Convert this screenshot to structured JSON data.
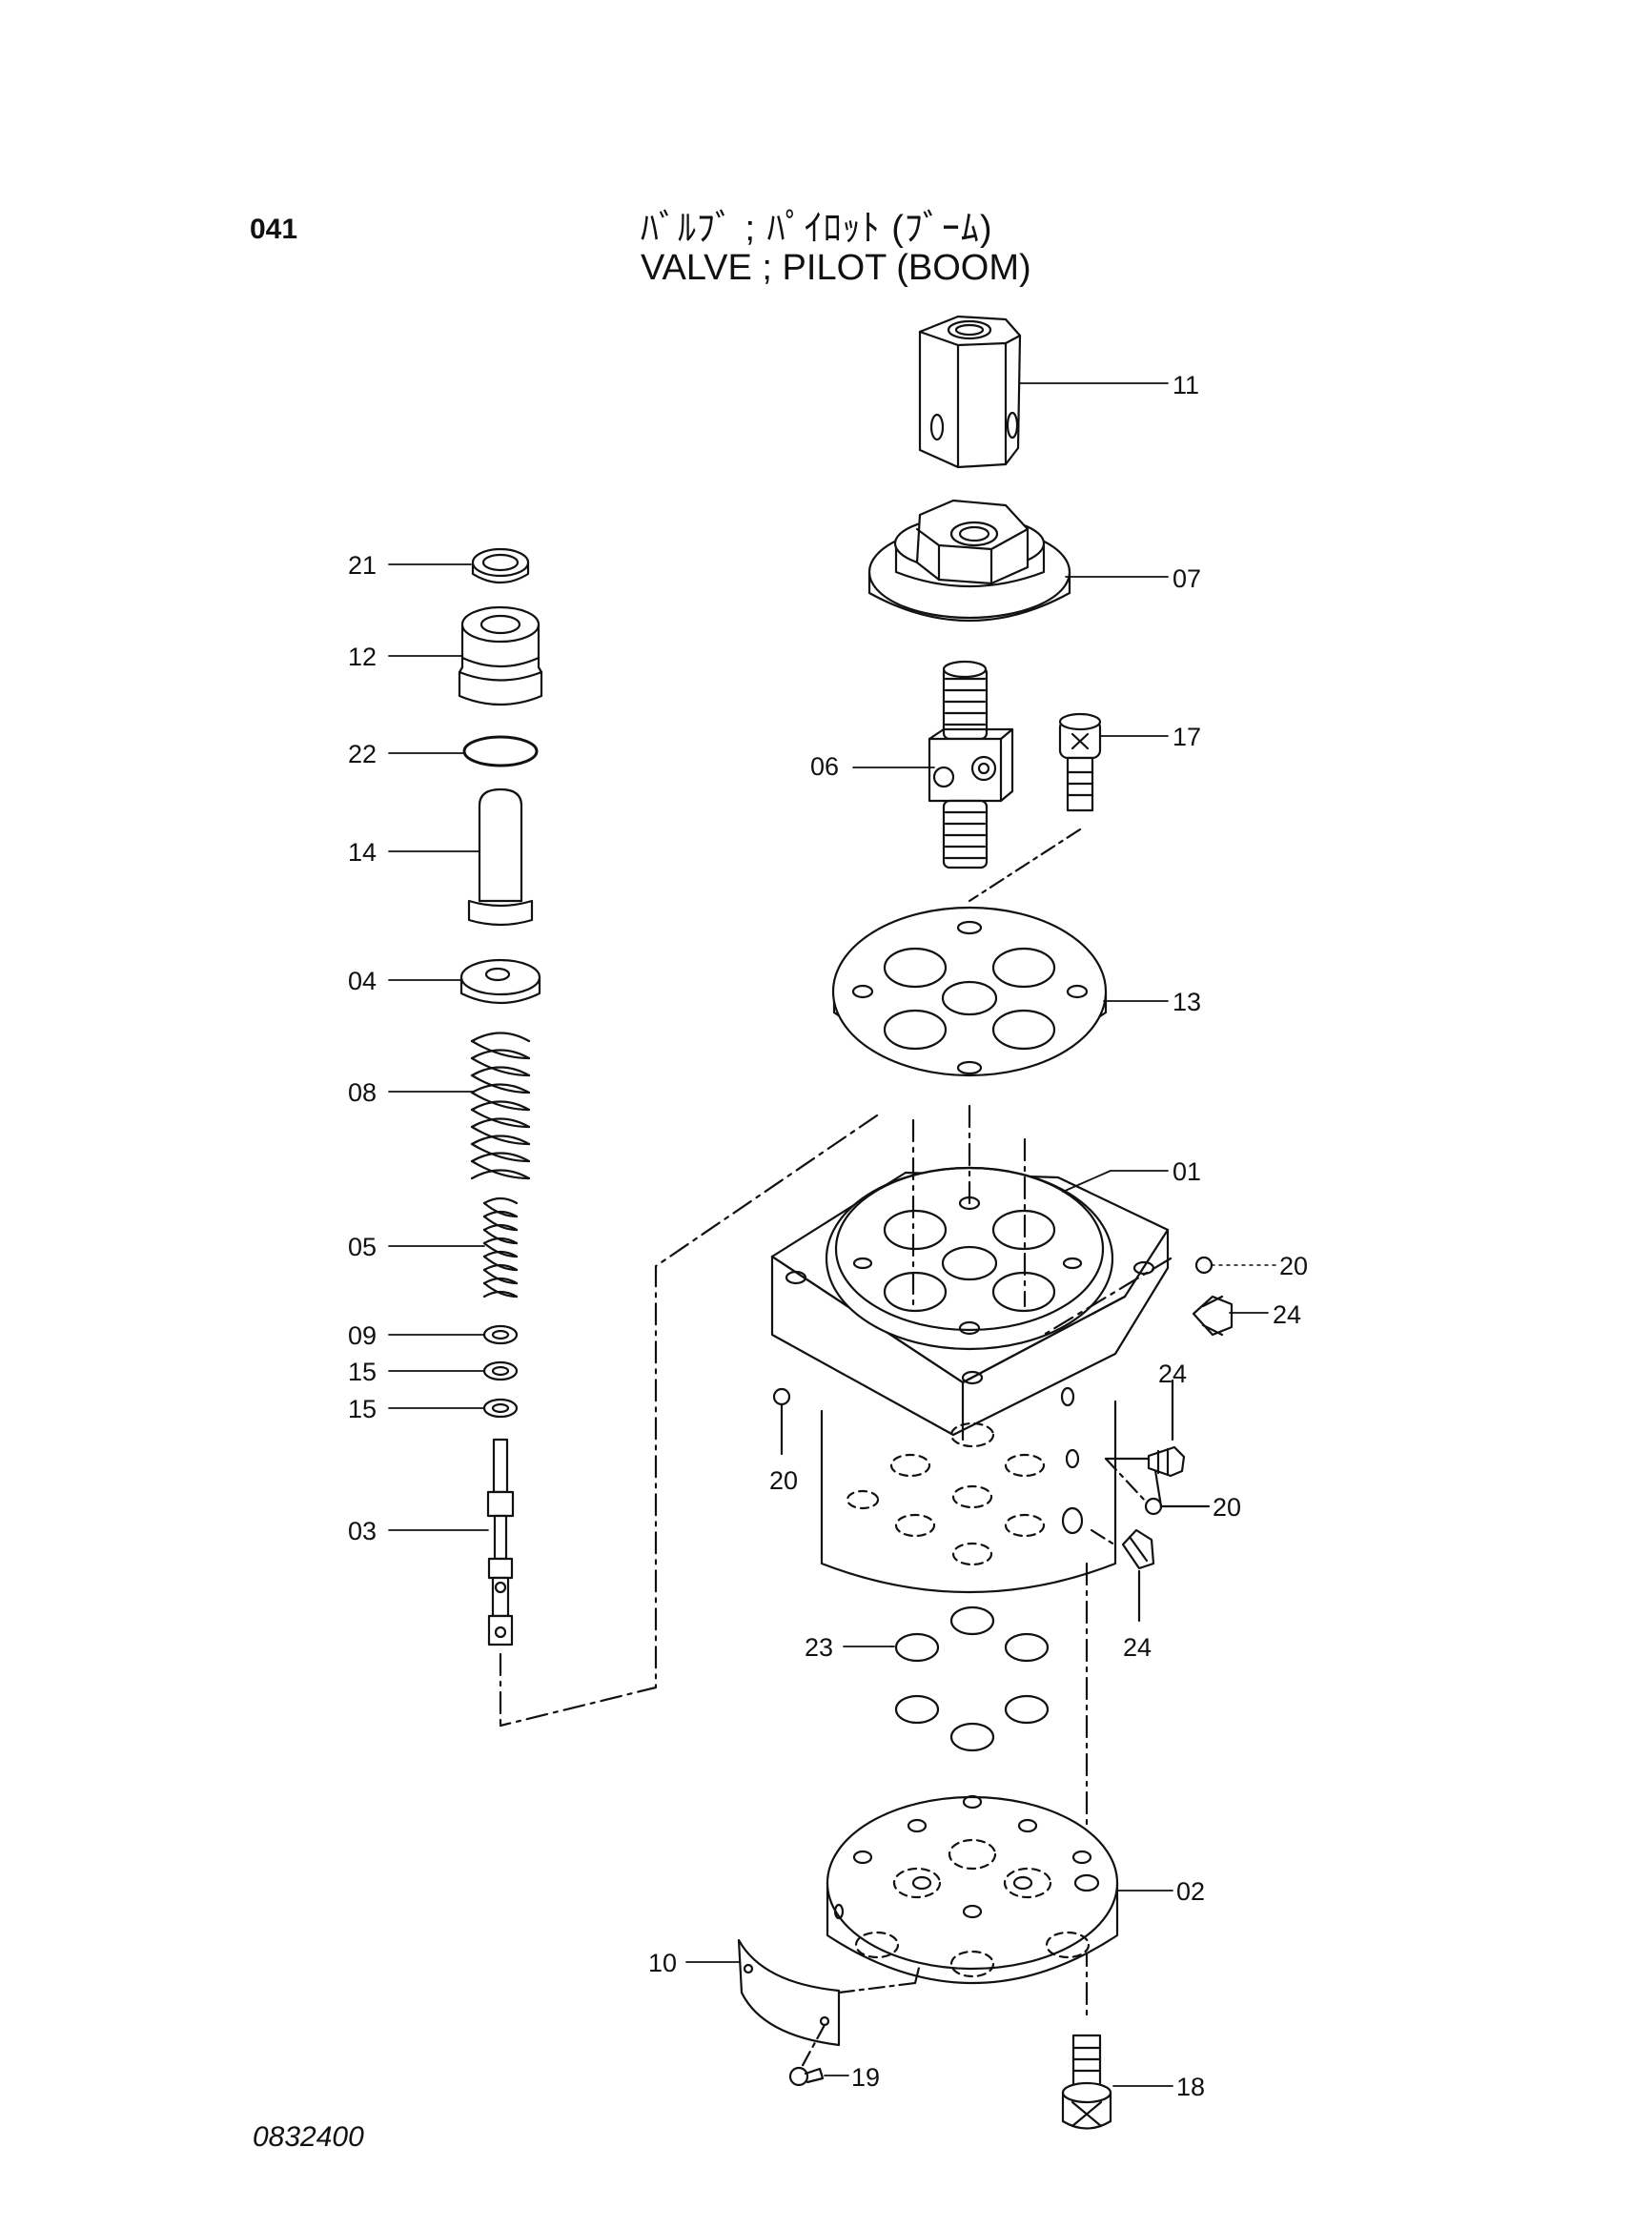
{
  "header": {
    "page_number": "041",
    "title_jp": "ﾊﾞﾙﾌﾞ ; ﾊﾟｲﾛｯﾄ (ﾌﾞｰﾑ)",
    "title_en": "VALVE ; PILOT (BOOM)"
  },
  "footer": {
    "drawing_code": "0832400"
  },
  "callouts": [
    {
      "id": "11",
      "label": "11"
    },
    {
      "id": "07",
      "label": "07"
    },
    {
      "id": "17",
      "label": "17"
    },
    {
      "id": "06",
      "label": "06"
    },
    {
      "id": "13",
      "label": "13"
    },
    {
      "id": "01",
      "label": "01"
    },
    {
      "id": "20a",
      "label": "20"
    },
    {
      "id": "24a",
      "label": "24"
    },
    {
      "id": "24b",
      "label": "24"
    },
    {
      "id": "20b",
      "label": "20"
    },
    {
      "id": "20c",
      "label": "20"
    },
    {
      "id": "24c",
      "label": "24"
    },
    {
      "id": "23",
      "label": "23"
    },
    {
      "id": "02",
      "label": "02"
    },
    {
      "id": "10",
      "label": "10"
    },
    {
      "id": "19",
      "label": "19"
    },
    {
      "id": "18",
      "label": "18"
    },
    {
      "id": "21",
      "label": "21"
    },
    {
      "id": "12",
      "label": "12"
    },
    {
      "id": "22",
      "label": "22"
    },
    {
      "id": "14",
      "label": "14"
    },
    {
      "id": "04",
      "label": "04"
    },
    {
      "id": "08",
      "label": "08"
    },
    {
      "id": "05",
      "label": "05"
    },
    {
      "id": "09",
      "label": "09"
    },
    {
      "id": "15a",
      "label": "15"
    },
    {
      "id": "15b",
      "label": "15"
    },
    {
      "id": "03",
      "label": "03"
    }
  ]
}
